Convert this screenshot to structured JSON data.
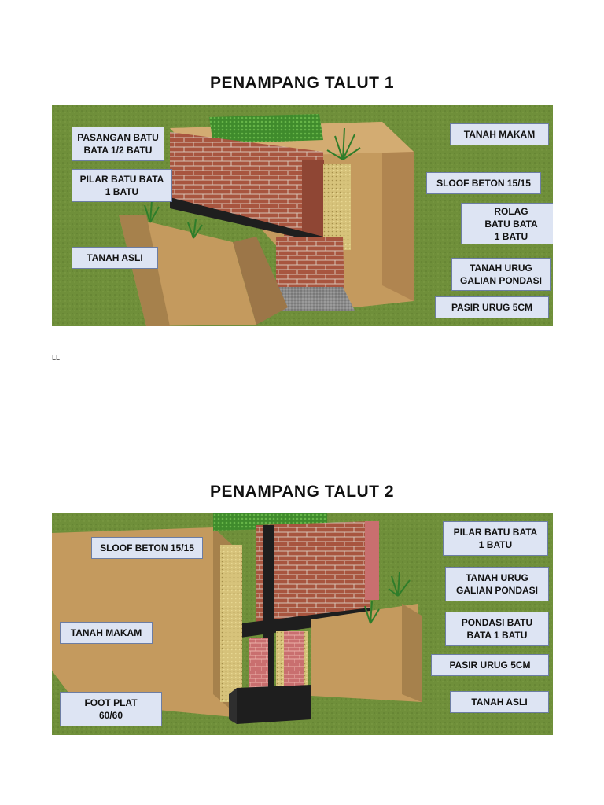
{
  "section1": {
    "title": "PENAMPANG  TALUT 1",
    "labels": {
      "pasangan_batu_bata": "PASANGAN BATU\nBATA 1/2 BATU",
      "pilar_batu_bata": "PILAR BATU BATA\n1 BATU",
      "tanah_asli": "TANAH ASLI",
      "tanah_makam": "TANAH MAKAM",
      "sloof_beton": "SLOOF BETON 15/15",
      "rolag": "ROLAG\nBATU BATA\n1 BATU",
      "tanah_urug": "TANAH URUG\nGALIAN PONDASI",
      "pasir_urug": "PASIR URUG 5CM"
    }
  },
  "stray_mark": "LL",
  "section2": {
    "title": "PENAMPANG  TALUT 2",
    "labels": {
      "sloof_beton": "SLOOF BETON 15/15",
      "pilar_batu_bata": "PILAR BATU BATA\n1 BATU",
      "tanah_urug": "TANAH URUG\nGALIAN PONDASI",
      "tanah_makam": "TANAH MAKAM",
      "pondasi_batu_bata": "PONDASI BATU\nBATA 1 BATU",
      "pasir_urug": "PASIR URUG 5CM",
      "foot_plat": "FOOT PLAT\n60/60",
      "tanah_asli": "TANAH ASLI"
    }
  },
  "colors": {
    "grass": "#6f8f3a",
    "soil": "#c49a5e",
    "brick": "#a8553f",
    "concrete": "#1e1e1e",
    "gravel": "#8a8a8a",
    "label_bg": "#dde4f3",
    "label_border": "#6c7da3"
  }
}
